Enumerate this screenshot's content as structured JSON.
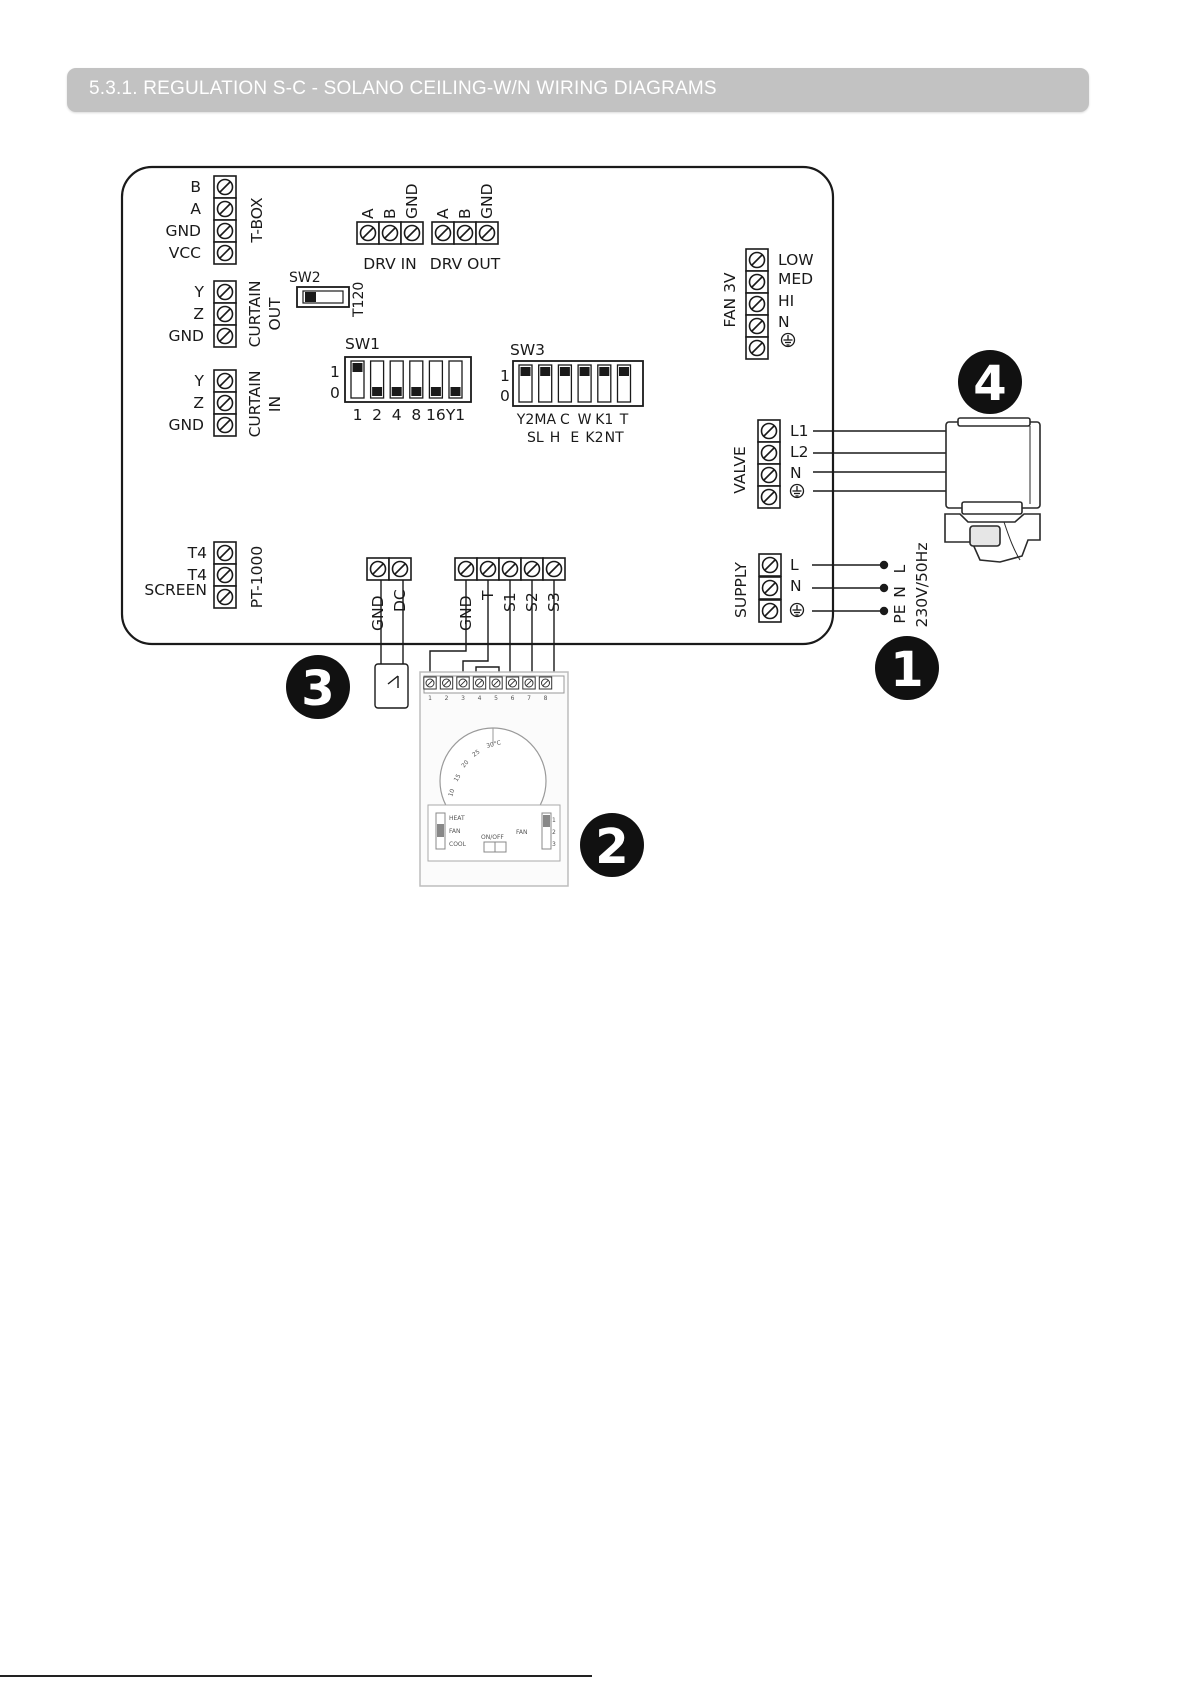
{
  "header": {
    "title": "5.3.1. REGULATION S-C - SOLANO CEILING-W/N WIRING DIAGRAMS"
  },
  "board": {
    "tbox": {
      "pins": [
        "B",
        "A",
        "GND",
        "VCC"
      ],
      "label": "T-BOX"
    },
    "curtain_out": {
      "pins": [
        "Y",
        "Z",
        "GND"
      ],
      "label_line1": "CURTAIN",
      "label_line2": "OUT"
    },
    "curtain_in": {
      "pins": [
        "Y",
        "Z",
        "GND"
      ],
      "label_line1": "CURTAIN",
      "label_line2": "IN"
    },
    "pt1000": {
      "pins": [
        "T4",
        "T4",
        "SCREEN"
      ],
      "label": "PT-1000"
    },
    "drv_in": {
      "pins": [
        "A",
        "B",
        "GND"
      ],
      "label": "DRV IN"
    },
    "drv_out": {
      "pins": [
        "A",
        "B",
        "GND"
      ],
      "label": "DRV OUT"
    },
    "sw2": {
      "label": "SW2",
      "sub_label": "T120"
    },
    "sw1": {
      "label": "SW1",
      "level_on": "1",
      "level_off": "0",
      "switches": [
        "1",
        "2",
        "4",
        "8",
        "16",
        "Y1"
      ],
      "on_states": [
        1,
        0,
        0,
        0,
        0,
        0
      ]
    },
    "sw3": {
      "label": "SW3",
      "level_on": "1",
      "level_off": "0",
      "top_labels": [
        "Y2",
        "MA",
        "C",
        "W",
        "K1",
        "T"
      ],
      "bottom_labels": [
        "SL",
        "H",
        "E",
        "K2",
        "NT"
      ],
      "on_states": [
        1,
        1,
        1,
        1,
        1,
        1
      ]
    },
    "fan": {
      "label": "FAN 3V",
      "pins": [
        "LOW",
        "MED",
        "HI",
        "N"
      ]
    },
    "valve": {
      "label": "VALVE",
      "pins": [
        "L1",
        "L2",
        "N"
      ]
    },
    "supply": {
      "label": "SUPPLY",
      "pins": [
        "L",
        "N"
      ],
      "lines": [
        "L",
        "N",
        "PE"
      ],
      "rating": "230V/50Hz"
    },
    "dc_block": {
      "pins": [
        "GND",
        "DC"
      ]
    },
    "thermo_block": {
      "pins": [
        "GND",
        "T",
        "S1",
        "S2",
        "S3"
      ]
    }
  },
  "callouts": [
    "1",
    "2",
    "3",
    "4"
  ],
  "thermostat": {
    "terminal_numbers": [
      "1",
      "2",
      "3",
      "4",
      "5",
      "6",
      "7",
      "8"
    ],
    "dial_labels": [
      "10",
      "15",
      "20",
      "25",
      "30°C"
    ],
    "mode_labels": [
      "HEAT",
      "FAN",
      "COOL"
    ],
    "onoff_label": "ON/OFF",
    "fan_label": "FAN",
    "fan_speeds": [
      "1",
      "2",
      "3"
    ]
  }
}
